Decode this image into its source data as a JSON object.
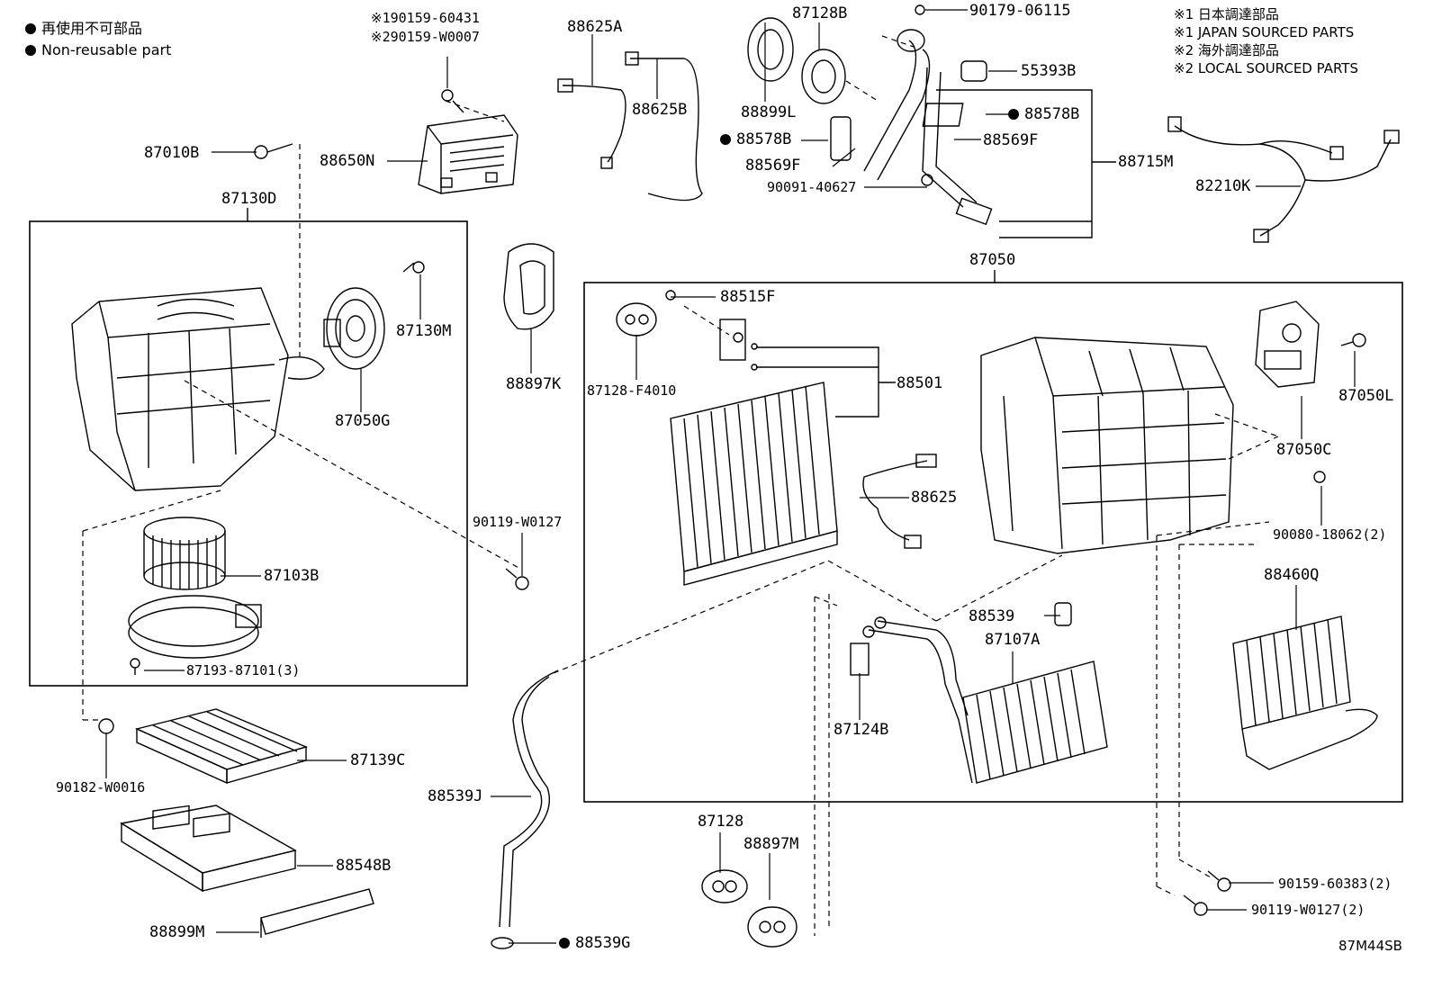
{
  "legend": {
    "dot_jp": "再使用不可部品",
    "dot_en": "Non-reusable part",
    "src1_jp": "※1 日本調達部品",
    "src1_en": "※1 JAPAN SOURCED PARTS",
    "src2_jp": "※2 海外調達部品",
    "src2_en": "※2 LOCAL SOURCED PARTS"
  },
  "parts": {
    "p90159_1": "※190159-60431",
    "p90159_2": "※290159-W0007",
    "p88625A": "88625A",
    "p87128B": "87128B",
    "p90179": "90179-06115",
    "p55393B": "55393B",
    "p88625B": "88625B",
    "p88899L": "88899L",
    "p88578B_a": "88578B",
    "p88578B_b": "88578B",
    "p88569F_a": "88569F",
    "p88569F_b": "88569F",
    "p88715M": "88715M",
    "p90091": "90091-40627",
    "p82210K": "82210K",
    "p87010B": "87010B",
    "p88650N": "88650N",
    "p87130D": "87130D",
    "p87050": "87050",
    "p87130M": "87130M",
    "p87050G": "87050G",
    "p88897K": "88897K",
    "p88515F": "88515F",
    "p87128F": "87128-F4010",
    "p88501": "88501",
    "p87050L": "87050L",
    "p87050C": "87050C",
    "p88625": "88625",
    "p90080": "90080-18062(2)",
    "p90119_a": "90119-W0127",
    "p87103B": "87103B",
    "p88460Q": "88460Q",
    "p88539": "88539",
    "p87107A": "87107A",
    "p87193": "87193-87101(3)",
    "p87124B": "87124B",
    "p90182": "90182-W0016",
    "p87139C": "87139C",
    "p88539J": "88539J",
    "p87128": "87128",
    "p88897M": "88897M",
    "p90159_60383": "90159-60383(2)",
    "p90119_b": "90119-W0127(2)",
    "p88548B": "88548B",
    "p88899M": "88899M",
    "p88539G": "88539G",
    "footer_code": "87M44SB"
  },
  "colors": {
    "ink": "#000000",
    "paper": "#ffffff"
  }
}
